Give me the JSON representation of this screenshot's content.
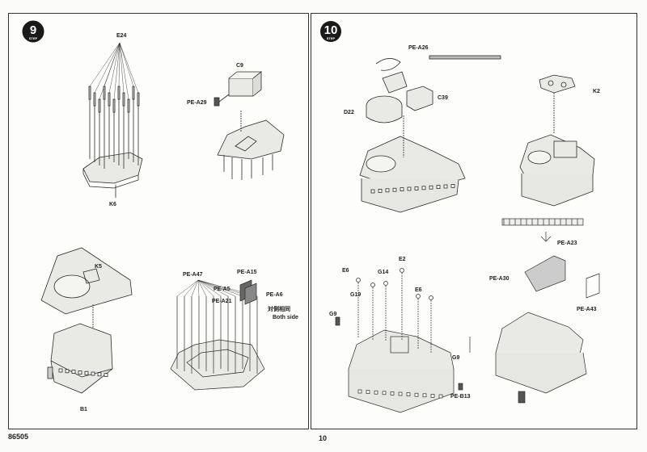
{
  "footer": {
    "product_code": "86505",
    "page_number": "10"
  },
  "step_badge_label": "STEP",
  "colors": {
    "line": "#2b2b2b",
    "part_fill": "#e9e9e6",
    "page_bg": "#fbfbf9"
  },
  "left_panel": {
    "step_number": "9",
    "callouts": [
      "E24",
      "K6",
      "C9",
      "PE-A29",
      "K5",
      "B1",
      "PE-A47",
      "PE-A15",
      "PE-A5",
      "PE-A21",
      "PE-A6",
      "対側相同",
      "Both side"
    ]
  },
  "right_panel": {
    "step_number": "10",
    "callouts": [
      "PE-A26",
      "D22",
      "C39",
      "K2",
      "PE-A23",
      "E6",
      "G14",
      "E2",
      "E6",
      "G19",
      "G9",
      "PE-A30",
      "PE-A43",
      "G9",
      "PE-B13"
    ]
  }
}
